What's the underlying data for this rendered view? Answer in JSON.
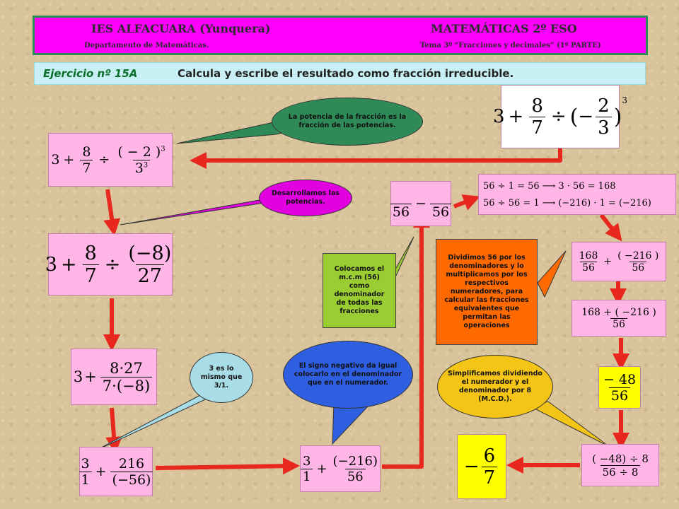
{
  "header": {
    "school": "IES ALFACUARA (Yunquera)",
    "subject": "MATEMÁTICAS 2º ESO",
    "department": "Departamento de Matemáticas.",
    "topic": "Tema 3º “Fracciones y decimales” (1ª PARTE)"
  },
  "title": {
    "exercise": "Ejercicio nº 15A",
    "instruction": "Calcula y escribe el resultado como fracción irreducible."
  },
  "expr": {
    "three": "3",
    "plus": "+",
    "div": "÷",
    "minus": "−",
    "times": "·",
    "one": "1",
    "n8": "8",
    "d7": "7",
    "n2": "2",
    "d3": "3",
    "exp3": "3",
    "m2": "( − 2 )",
    "cube3": "3",
    "m8": "(−8)",
    "d27": "27",
    "n8x27": "8·27",
    "d7xm8": "7·(−8)",
    "n216": "216",
    "dm56": "(−56)",
    "nm216": "(−216)",
    "d56": "56",
    "l1a": "56 ÷ 1 = 56",
    "l1b": "3 · 56 = 168",
    "l2a": "56 ÷ 56 = 1",
    "l2b": "(−216) · 1 = (−216)",
    "n168": "168",
    "nm216b": "( −216 )",
    "n168sum": "168 + ( −216 )",
    "nm48": "− 48",
    "nm48div": "( −48) ÷ 8",
    "d56div": "56 ÷ 8",
    "n6": "6",
    "d7b": "7"
  },
  "bubbles": {
    "b1": "La potencia de la fracción es la fracción de las potencias.",
    "b2": "Desarrollamos las potencias.",
    "b3": "Colocamos el m.c.m (56) como denominador de todas las fracciones",
    "b4": "Dividimos 56 por los denominadores y lo multiplicamos por los respectivos numeradores, para calcular las fracciones equivalentes que permitan las operaciones",
    "b5": "3 es lo mismo que 3/1.",
    "b6": "El signo negativo da igual colocarlo en el denominador que en el numerador.",
    "b7": "Simplificamos dividiendo el numerador y el denominador por 8 (M.C.D.)."
  },
  "colors": {
    "header": "#ff00ff",
    "title": "#c8f0f4",
    "box": "#ffb6e6",
    "arrow": "#e8281e",
    "result": "#ffff00"
  }
}
